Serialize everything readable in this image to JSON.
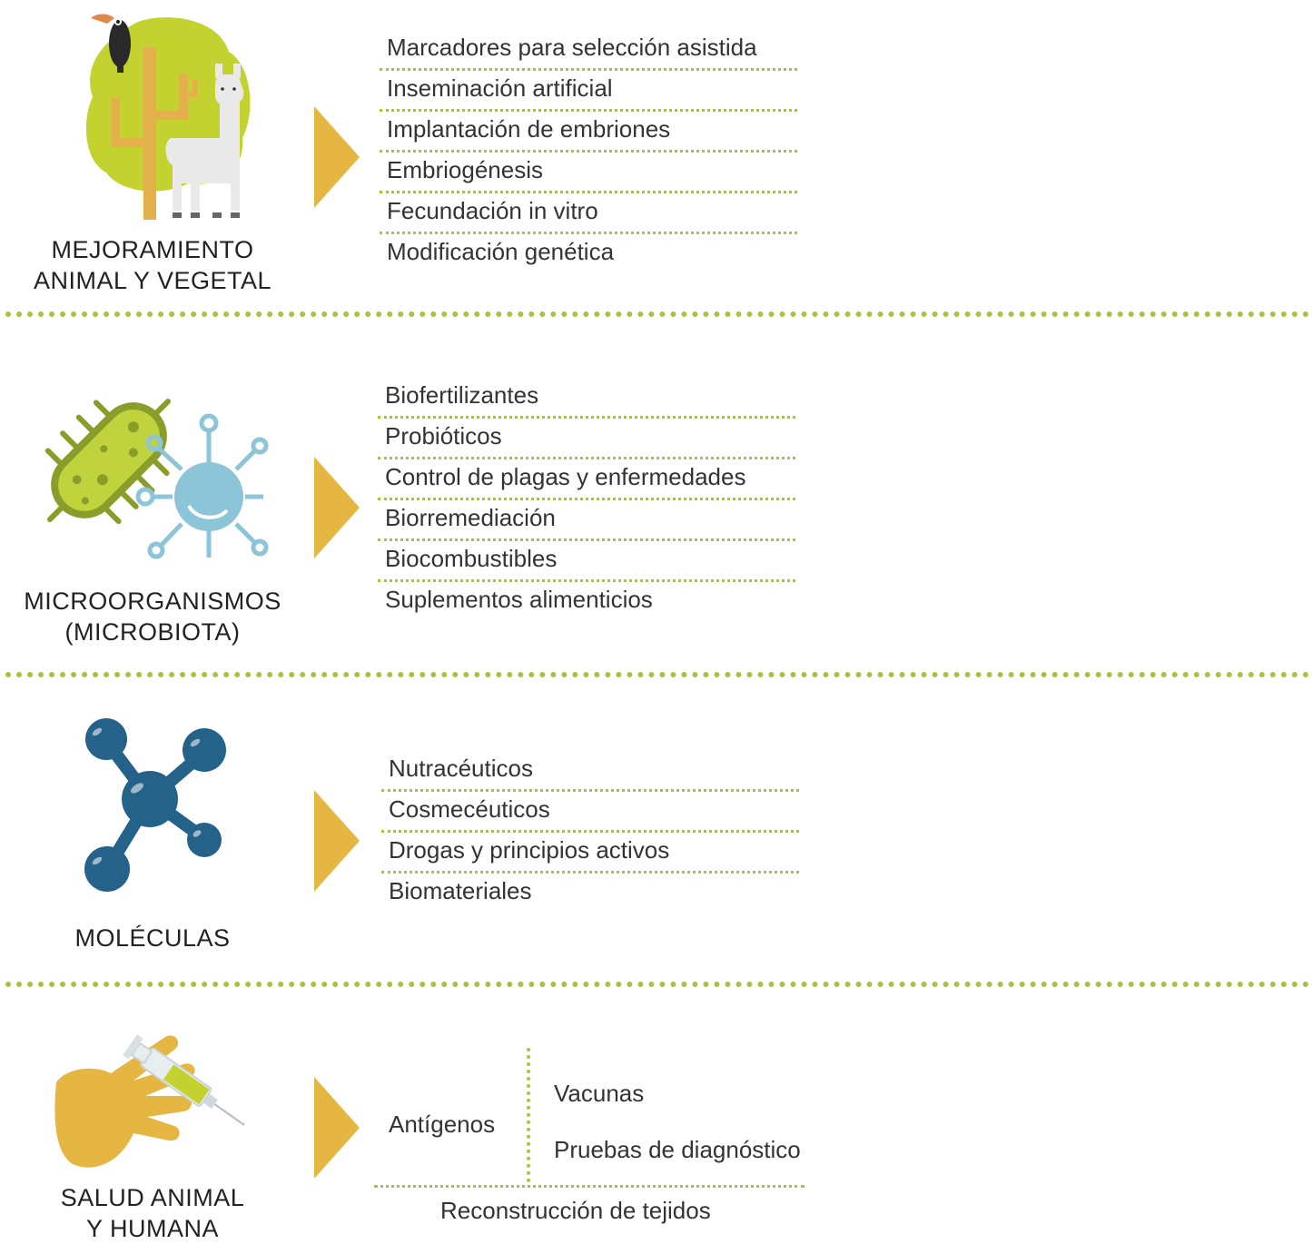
{
  "sections": [
    {
      "label_lines": [
        "MEJORAMIENTO",
        "ANIMAL Y VEGETAL"
      ],
      "icon": "tree-toucan-llama-icon",
      "items": [
        "Marcadores para selección asistida",
        "Inseminación artificial",
        "Implantación de embriones",
        "Embriogénesis",
        "Fecundación in vitro",
        "Modificación genética"
      ]
    },
    {
      "label_lines": [
        "MICROORGANISMOS",
        "(MICROBIOTA)"
      ],
      "icon": "bacteria-virus-icon",
      "items": [
        "Biofertilizantes",
        "Probióticos",
        "Control de plagas y enfermedades",
        "Biorremediación",
        "Biocombustibles",
        "Suplementos alimenticios"
      ]
    },
    {
      "label_lines": [
        "MOLÉCULAS"
      ],
      "icon": "molecule-icon",
      "items": [
        "Nutracéuticos",
        "Cosmecéuticos",
        "Drogas y principios activos",
        "Biomateriales"
      ]
    },
    {
      "label_lines": [
        "SALUD ANIMAL",
        "Y HUMANA"
      ],
      "icon": "hand-syringe-icon",
      "antigen": {
        "label": "Antígenos",
        "sub_items": [
          "Vacunas",
          "Pruebas de diagnóstico"
        ]
      },
      "extra_item": "Reconstrucción de tejidos"
    }
  ],
  "colors": {
    "dotted_green": "#a6c43a",
    "arrow_yellow": "#e6b642",
    "molecule_blue": "#24628a",
    "virus_blue": "#8cc4d8",
    "bacteria_green": "#a9c13b"
  }
}
